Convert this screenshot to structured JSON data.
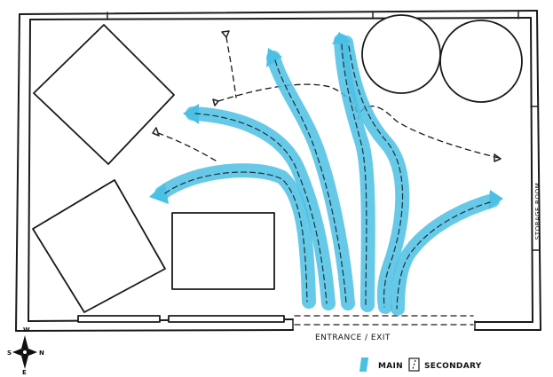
{
  "labels": {
    "entrance": "ENTRANCE / EXIT",
    "storage": "STORAGE ROOM"
  },
  "legend": {
    "main": "MAIN",
    "secondary": "SECONDARY"
  },
  "compass": {
    "north": "N",
    "south": "S",
    "east": "E",
    "west": "W"
  },
  "colors": {
    "main_flow": "#4cc0e4",
    "ink": "#1a1a1a"
  },
  "icons": {
    "legend_main": "blue-marker-swatch-icon",
    "legend_secondary": "dashed-line-swatch-icon",
    "compass": "compass-rose-icon"
  }
}
